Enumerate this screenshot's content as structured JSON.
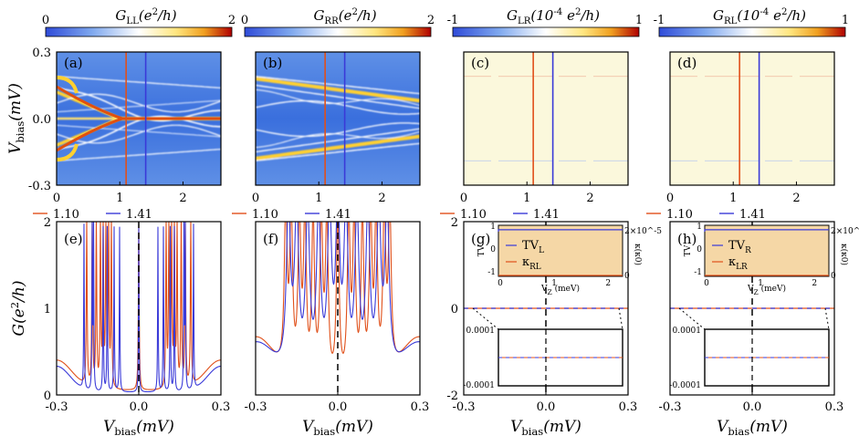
{
  "colors": {
    "red": "#e0501a",
    "blue": "#3a3ad8",
    "inset_fill": "#f5d7a6",
    "map_bg": "#3f7fe0",
    "map_bg_flat": "#fbf8dc"
  },
  "chart_data": [
    {
      "type": "heatmap",
      "panel": "(a)",
      "title": "G_LL(e^2/h)",
      "colorbar": {
        "min": "0",
        "max": "2"
      },
      "xticks": [
        "0",
        "1",
        "2"
      ],
      "yticks": [
        "0.3",
        "0.0",
        "-0.3"
      ],
      "ylabel": "V_bias(mV)",
      "xlim": [
        0,
        2.6
      ],
      "ylim": [
        -0.3,
        0.3
      ],
      "vlines": [
        {
          "x": 1.1,
          "color": "red"
        },
        {
          "x": 1.41,
          "color": "blue"
        }
      ]
    },
    {
      "type": "heatmap",
      "panel": "(b)",
      "title": "G_RR(e^2/h)",
      "colorbar": {
        "min": "0",
        "max": "2"
      },
      "xticks": [
        "0",
        "1",
        "2"
      ],
      "xlim": [
        0,
        2.6
      ],
      "ylim": [
        -0.3,
        0.3
      ],
      "vlines": [
        {
          "x": 1.1,
          "color": "red"
        },
        {
          "x": 1.41,
          "color": "blue"
        }
      ]
    },
    {
      "type": "heatmap",
      "panel": "(c)",
      "title": "G_LR(10^-4 e^2/h)",
      "colorbar": {
        "min": "-1",
        "max": "1"
      },
      "xticks": [
        "0",
        "1",
        "2"
      ],
      "xlim": [
        0,
        2.6
      ],
      "ylim": [
        -0.3,
        0.3
      ],
      "vlines": [
        {
          "x": 1.1,
          "color": "red"
        },
        {
          "x": 1.41,
          "color": "blue"
        }
      ]
    },
    {
      "type": "heatmap",
      "panel": "(d)",
      "title": "G_RL(10^-4 e^2/h)",
      "colorbar": {
        "min": "-1",
        "max": "1"
      },
      "xticks": [
        "0",
        "1",
        "2"
      ],
      "xlim": [
        0,
        2.6
      ],
      "ylim": [
        -0.3,
        0.3
      ],
      "vlines": [
        {
          "x": 1.1,
          "color": "red"
        },
        {
          "x": 1.41,
          "color": "blue"
        }
      ]
    },
    {
      "type": "line",
      "panel": "(e)",
      "xlabel": "V_bias(mV)",
      "ylabel": "G(e^2/h)",
      "xticks": [
        "-0.3",
        "0.0",
        "0.3"
      ],
      "yticks": [
        "2",
        "1",
        "0"
      ],
      "xlim": [
        -0.3,
        0.3
      ],
      "ylim": [
        0,
        2
      ],
      "legend": [
        {
          "name": "1.10",
          "color": "red"
        },
        {
          "name": "1.41",
          "color": "blue"
        }
      ],
      "red_peaks": [
        -0.19,
        -0.17,
        -0.155,
        -0.14,
        -0.13,
        -0.12,
        -0.11,
        -0.1,
        0.0,
        0.1,
        0.11,
        0.12,
        0.13,
        0.14,
        0.155,
        0.17,
        0.19
      ],
      "blue_peaks": [
        -0.2,
        -0.17,
        -0.165,
        -0.13,
        -0.115,
        -0.09,
        -0.07,
        0.0,
        0.07,
        0.09,
        0.115,
        0.13,
        0.165,
        0.17,
        0.2
      ]
    },
    {
      "type": "line",
      "panel": "(f)",
      "xlabel": "V_bias(mV)",
      "xticks": [
        "-0.3",
        "0.0",
        "0.3"
      ],
      "xlim": [
        -0.3,
        0.3
      ],
      "ylim": [
        0,
        2
      ],
      "legend": [
        {
          "name": "1.10",
          "color": "red"
        },
        {
          "name": "1.41",
          "color": "blue"
        }
      ],
      "red_peaks": [
        -0.19,
        -0.17,
        -0.14,
        -0.12,
        -0.09,
        -0.06,
        -0.04,
        0.0,
        0.04,
        0.06,
        0.09,
        0.12,
        0.14,
        0.17,
        0.19
      ],
      "blue_peaks": [
        -0.18,
        -0.15,
        -0.11,
        -0.07,
        -0.03,
        0.0,
        0.03,
        0.07,
        0.11,
        0.15,
        0.18
      ]
    },
    {
      "type": "line",
      "panel": "(g)",
      "xlabel": "V_bias(mV)",
      "xticks": [
        "-0.3",
        "0.0",
        "0.3"
      ],
      "yticks": [
        "2",
        "0",
        "-2"
      ],
      "xlim": [
        -0.3,
        0.3
      ],
      "ylim": [
        -2,
        2
      ],
      "legend": [
        {
          "name": "1.10",
          "color": "red"
        },
        {
          "name": "1.41",
          "color": "blue"
        }
      ],
      "inset": {
        "legend": [
          "TV_L",
          "κ_RL"
        ],
        "left_label": "TV",
        "left_ticks": [
          "1",
          "0",
          "-1"
        ],
        "right_label": "κ(κ0)",
        "right_ticks": [
          "2×10^-5",
          "0"
        ],
        "xlabel": "V_Z (meV)",
        "xticks": [
          "0",
          "1",
          "2"
        ]
      },
      "zoom": {
        "yticks": [
          "0.0001",
          "-0.0001"
        ]
      }
    },
    {
      "type": "line",
      "panel": "(h)",
      "xlabel": "V_bias(mV)",
      "xticks": [
        "-0.3",
        "0.0",
        "0.3"
      ],
      "xlim": [
        -0.3,
        0.3
      ],
      "ylim": [
        -2,
        2
      ],
      "legend": [
        {
          "name": "1.10",
          "color": "red"
        },
        {
          "name": "1.41",
          "color": "blue"
        }
      ],
      "inset": {
        "legend": [
          "TV_R",
          "κ_LR"
        ],
        "left_label": "TV",
        "left_ticks": [
          "1",
          "0",
          "-1"
        ],
        "right_label": "κ(κ0)",
        "right_ticks": [
          "2×10^-5",
          "0"
        ],
        "xlabel": "V_Z (meV)",
        "xticks": [
          "0",
          "1",
          "2"
        ]
      },
      "zoom": {
        "yticks": [
          "0.0001",
          "-0.0001"
        ]
      }
    }
  ]
}
